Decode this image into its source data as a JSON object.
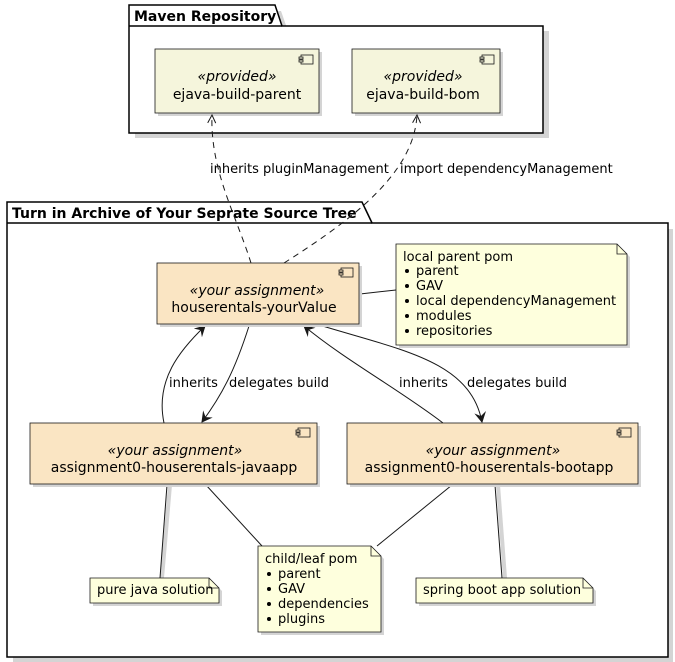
{
  "packages": {
    "maven": {
      "title": "Maven Repository"
    },
    "turnin": {
      "title": "Turn in Archive of Your Seprate Source Tree"
    }
  },
  "components": {
    "parent": {
      "stereotype": "«provided»",
      "name": "ejava-build-parent"
    },
    "bom": {
      "stereotype": "«provided»",
      "name": "ejava-build-bom"
    },
    "root": {
      "stereotype": "«your assignment»",
      "name": "houserentals-yourValue"
    },
    "javaapp": {
      "stereotype": "«your assignment»",
      "name": "assignment0-houserentals-javaapp"
    },
    "bootapp": {
      "stereotype": "«your assignment»",
      "name": "assignment0-houserentals-bootapp"
    }
  },
  "notes": {
    "local_parent": {
      "title": "local parent pom",
      "items": [
        "parent",
        "GAV",
        "local dependencyManagement",
        "modules",
        "repositories"
      ]
    },
    "child_leaf": {
      "title": "child/leaf pom",
      "items": [
        "parent",
        "GAV",
        "dependencies",
        "plugins"
      ]
    },
    "pure_java": {
      "text": "pure java solution"
    },
    "spring_boot": {
      "text": "spring boot app solution"
    }
  },
  "edges": {
    "inherits_plugin": "inherits pluginManagement",
    "import_dep": "import dependencyManagement",
    "java_inherits": "inherits",
    "java_delegates": "delegates build",
    "boot_inherits": "inherits",
    "boot_delegates": "delegates build"
  },
  "colors": {
    "provided_fill": "#F5F5DC",
    "assignment_fill": "#FAE5C3",
    "note_fill": "#FEFFDD",
    "border": "#181818",
    "shadow": "#D4D4D4"
  }
}
